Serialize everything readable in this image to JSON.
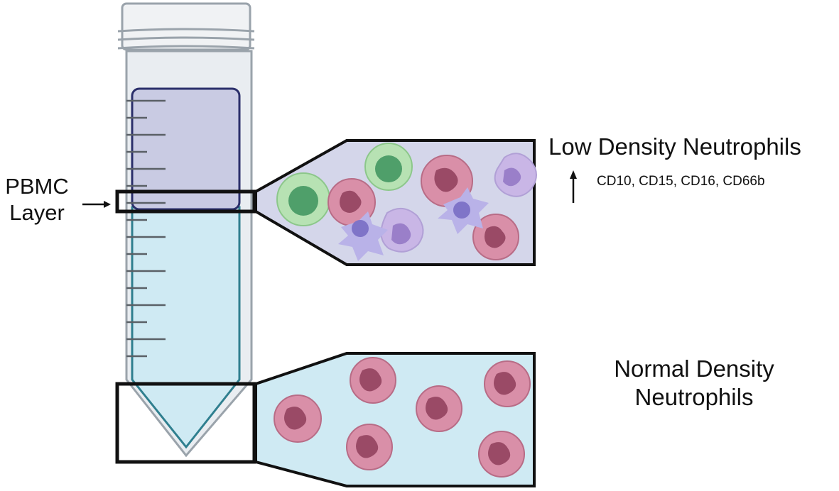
{
  "labels": {
    "pbmc_line1": "PBMC",
    "pbmc_line2": "Layer",
    "low_density": "Low Density Neutrophils",
    "markers": "CD10, CD15, CD16, CD66b",
    "normal_line1": "Normal Density",
    "normal_line2": "Neutrophils"
  },
  "colors": {
    "tube_outline": "#9aa3ab",
    "tube_fill": "#e9edf1",
    "plasma_layer": "#c9cbe3",
    "plasma_border": "#2b2f6b",
    "lower_layer": "#cfeaf3",
    "lower_border": "#2f7f8f",
    "box_border": "#111111",
    "lymphocyte_outer": "#b7e2b3",
    "lymphocyte_nucleus": "#4f9f6a",
    "neutrophil_outer": "#d98fa8",
    "neutrophil_nucleus": "#9a4a66",
    "monocyte_outer": "#c9b6e6",
    "monocyte_nucleus": "#9a7fc9",
    "dendritic_outer": "#b9b2e8",
    "dendritic_nucleus": "#7f74c8"
  }
}
